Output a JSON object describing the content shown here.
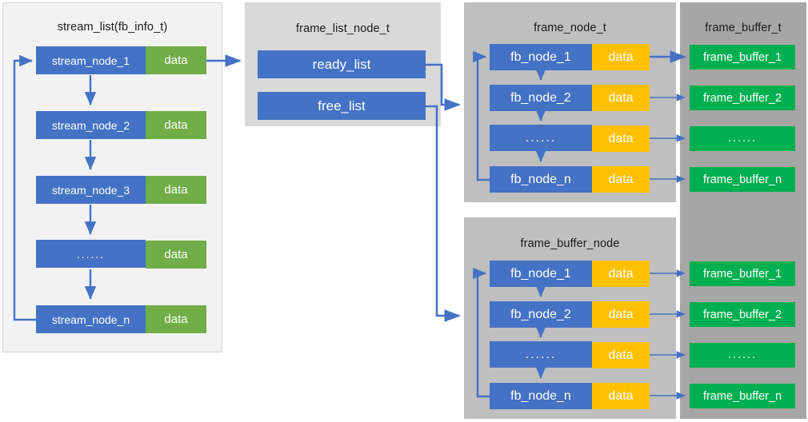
{
  "diagram": {
    "title_text_visible": false,
    "colors": {
      "node_blue": "#4472C4",
      "data_green": "#70AD47",
      "data_yellow": "#FFC000",
      "buffer_green": "#00B050",
      "panel_light": "#F2F2F2",
      "panel_gray": "#D9D9D9",
      "panel_gray_mid": "#BFBFBF",
      "panel_gray_dark": "#A6A6A6",
      "arrow_blue": "#4472C4",
      "text_dark": "#1B1B1B",
      "text_light": "#FFFFFF"
    },
    "panels": [
      {
        "id": "stream-list",
        "title": "stream_list(fb_info_t)"
      },
      {
        "id": "frame-list-node",
        "title": "frame_list_node_t"
      },
      {
        "id": "frame-node",
        "title": "frame_node_t"
      },
      {
        "id": "frame-buffer-node",
        "title": "frame_buffer_node"
      },
      {
        "id": "frame-buffer",
        "title": "frame_buffer_t"
      }
    ],
    "stream_nodes": [
      {
        "name": "stream_node_1",
        "data": "data"
      },
      {
        "name": "stream_node_2",
        "data": "data"
      },
      {
        "name": "stream_node_3",
        "data": "data"
      },
      {
        "name": "......",
        "data": "data"
      },
      {
        "name": "stream_node_n",
        "data": "data"
      }
    ],
    "frame_list_items": [
      {
        "label": "ready_list"
      },
      {
        "label": "free_list"
      }
    ],
    "frame_nodes": [
      {
        "name": "fb_node_1",
        "data": "data"
      },
      {
        "name": "fb_node_2",
        "data": "data"
      },
      {
        "name": "......",
        "data": "data"
      },
      {
        "name": "fb_node_n",
        "data": "data"
      }
    ],
    "frame_buffer_nodes": [
      {
        "name": "fb_node_1",
        "data": "data"
      },
      {
        "name": "fb_node_2",
        "data": "data"
      },
      {
        "name": "......",
        "data": "data"
      },
      {
        "name": "fb_node_n",
        "data": "data"
      }
    ],
    "frame_buffers_top": [
      {
        "label": "frame_buffer_1"
      },
      {
        "label": "frame_buffer_2"
      },
      {
        "label": "......"
      },
      {
        "label": "frame_buffer_n"
      }
    ],
    "frame_buffers_bottom": [
      {
        "label": "frame_buffer_1"
      },
      {
        "label": "frame_buffer_2"
      },
      {
        "label": "......"
      },
      {
        "label": "frame_buffer_n"
      }
    ]
  }
}
